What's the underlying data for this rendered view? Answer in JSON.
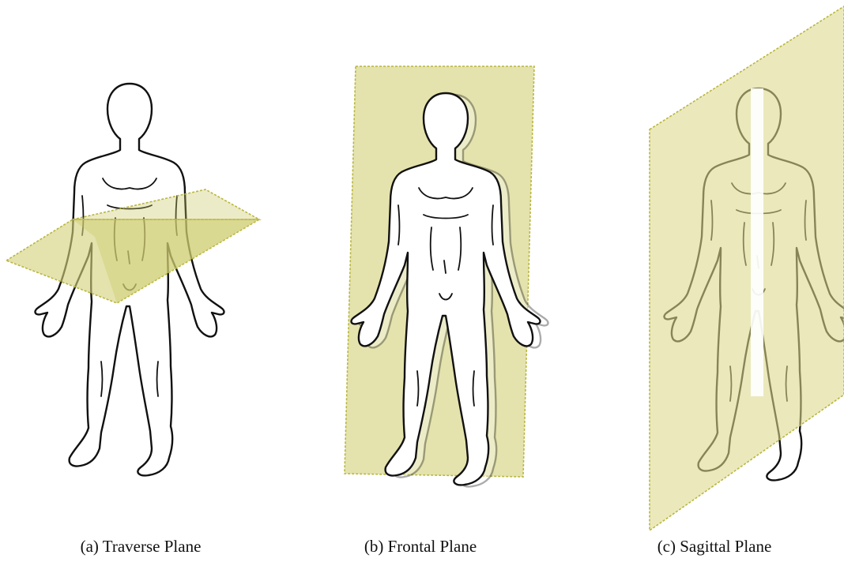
{
  "figure": {
    "panels": [
      {
        "id": "a",
        "caption": "(a) Traverse Plane",
        "plane": "traverse",
        "icon": "human-body-figure"
      },
      {
        "id": "b",
        "caption": "(b) Frontal Plane",
        "plane": "frontal",
        "icon": "human-body-figure"
      },
      {
        "id": "c",
        "caption": "(c) Sagittal Plane",
        "plane": "sagittal",
        "icon": "human-body-figure"
      }
    ],
    "colors": {
      "plane_fill": "#d4d27a",
      "plane_edge": "#b9b63e",
      "body_outline": "#111111",
      "background": "#ffffff"
    }
  }
}
